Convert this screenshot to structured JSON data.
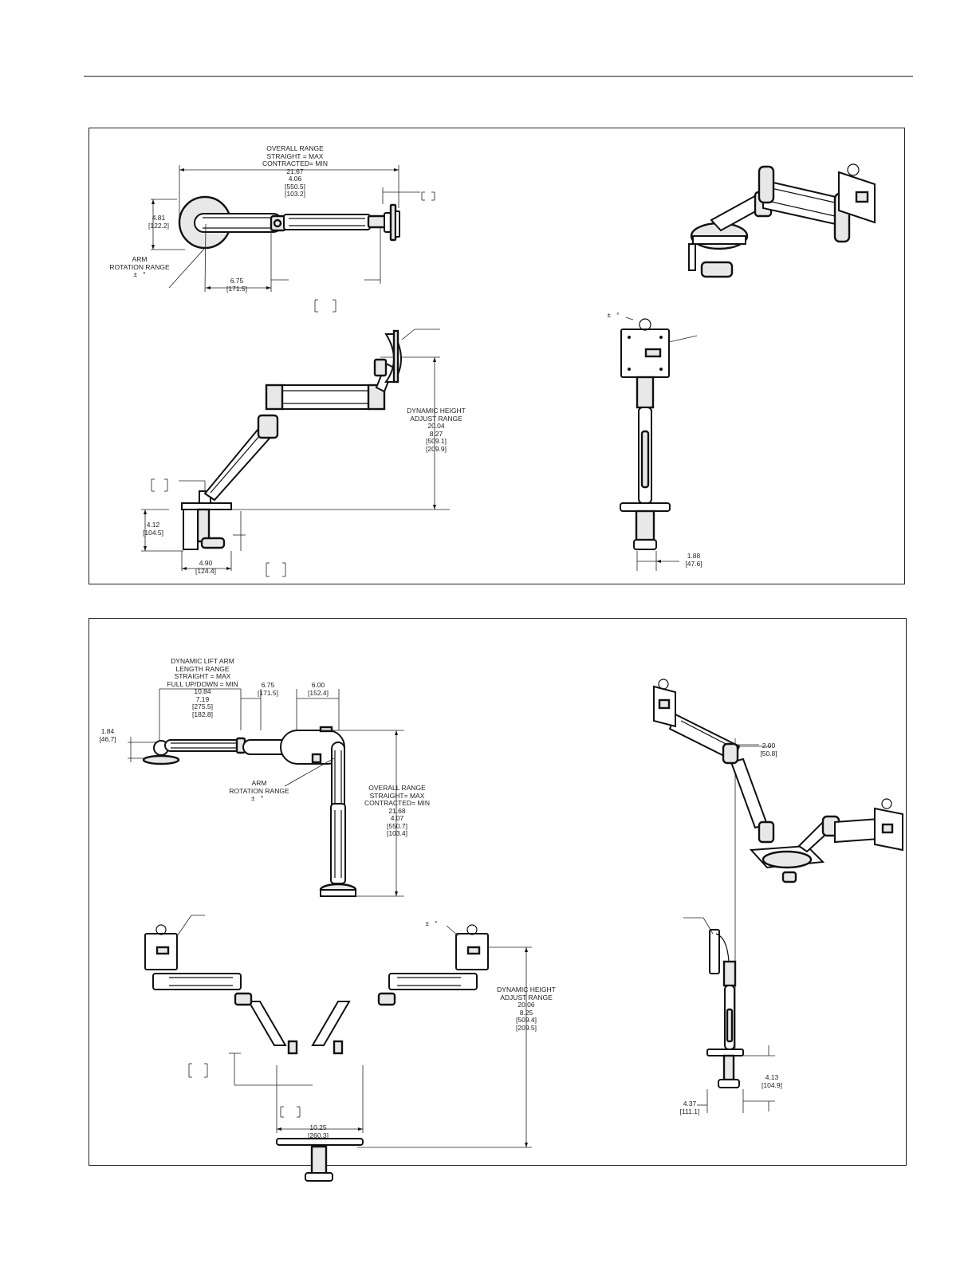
{
  "single_arm": {
    "top_view": {
      "overall_range_lines": [
        "OVERALL RANGE",
        "STRAIGHT = MAX",
        "CONTRACTED= MIN"
      ],
      "overall_range_values": [
        "21.67",
        "4.06",
        "[550.5]",
        "[103.2]"
      ],
      "height_value": "4.81",
      "height_mm": "[122.2]",
      "arm_rotation_lines": [
        "ARM",
        "ROTATION RANGE"
      ],
      "plusminus": "±",
      "degree": "°",
      "length_value": "6.75",
      "length_mm": "[171.5]"
    },
    "side_view": {
      "dynamic_height_lines": [
        "DYNAMIC HEIGHT",
        "ADJUST RANGE"
      ],
      "dynamic_height_values": [
        "20.04",
        "8.27",
        "[509.1]",
        "[209.9]"
      ],
      "clamp_height_value": "4.12",
      "clamp_height_mm": "[104.5]",
      "clamp_width_value": "4.90",
      "clamp_width_mm": "[124.4]"
    },
    "front_view": {
      "plusminus": "±",
      "degree": "°",
      "width_value": "1.88",
      "width_mm": "[47.6]"
    }
  },
  "dual_arm": {
    "top_view": {
      "dynamic_lift_lines": [
        "DYNAMIC LIFT ARM",
        "LENGTH RANGE",
        "STRAIGHT = MAX",
        "FULL UP/DOWN = MIN"
      ],
      "dynamic_lift_values": [
        "10.84",
        "7.19",
        "[275.5]",
        "[182.8]"
      ],
      "dim_675_value": "6.75",
      "dim_675_mm": "[171.5]",
      "dim_600_value": "6.00",
      "dim_600_mm": "[152.4]",
      "offset_value": "1.84",
      "offset_mm": "[46.7]",
      "arm_rotation_lines": [
        "ARM",
        "ROTATION RANGE"
      ],
      "plusminus": "±",
      "degree": "°",
      "overall_range_lines": [
        "OVERALL RANGE",
        "STRAIGHT= MAX",
        "CONTRACTED= MIN"
      ],
      "overall_range_values": [
        "21.68",
        "4.07",
        "[550.7]",
        "[103.4]"
      ]
    },
    "front_view": {
      "plusminus": "±",
      "degree": "°",
      "dynamic_height_lines": [
        "DYNAMIC HEIGHT",
        "ADJUST RANGE"
      ],
      "dynamic_height_values": [
        "20.06",
        "8.25",
        "[509.4]",
        "[209.5]"
      ],
      "base_width_value": "10.25",
      "base_width_mm": "[260.3]"
    },
    "side_view": {
      "dim_200_value": "2.00",
      "dim_200_mm": "[50.8]",
      "clamp_height_value": "4.13",
      "clamp_height_mm": "[104.9]",
      "clamp_width_value": "4.37",
      "clamp_width_mm": "[111.1]"
    }
  }
}
